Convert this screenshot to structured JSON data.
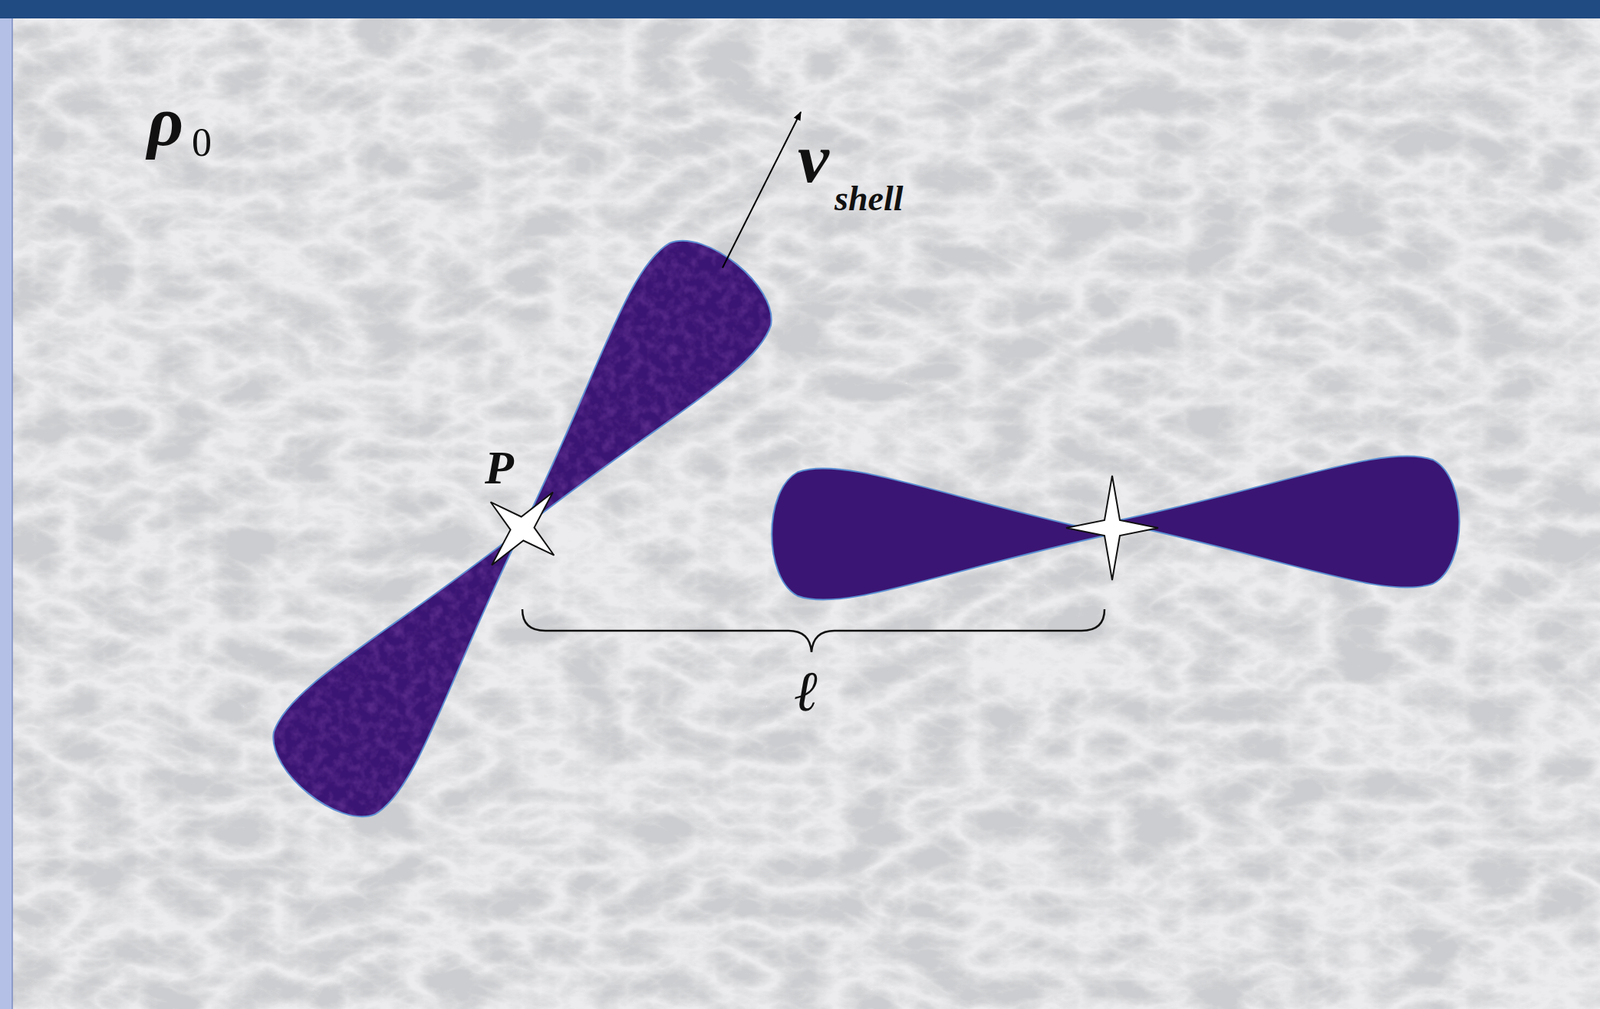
{
  "diagram": {
    "labels": [
      "ρ",
      "0",
      "v",
      "shell",
      "P",
      "ℓ"
    ]
  }
}
